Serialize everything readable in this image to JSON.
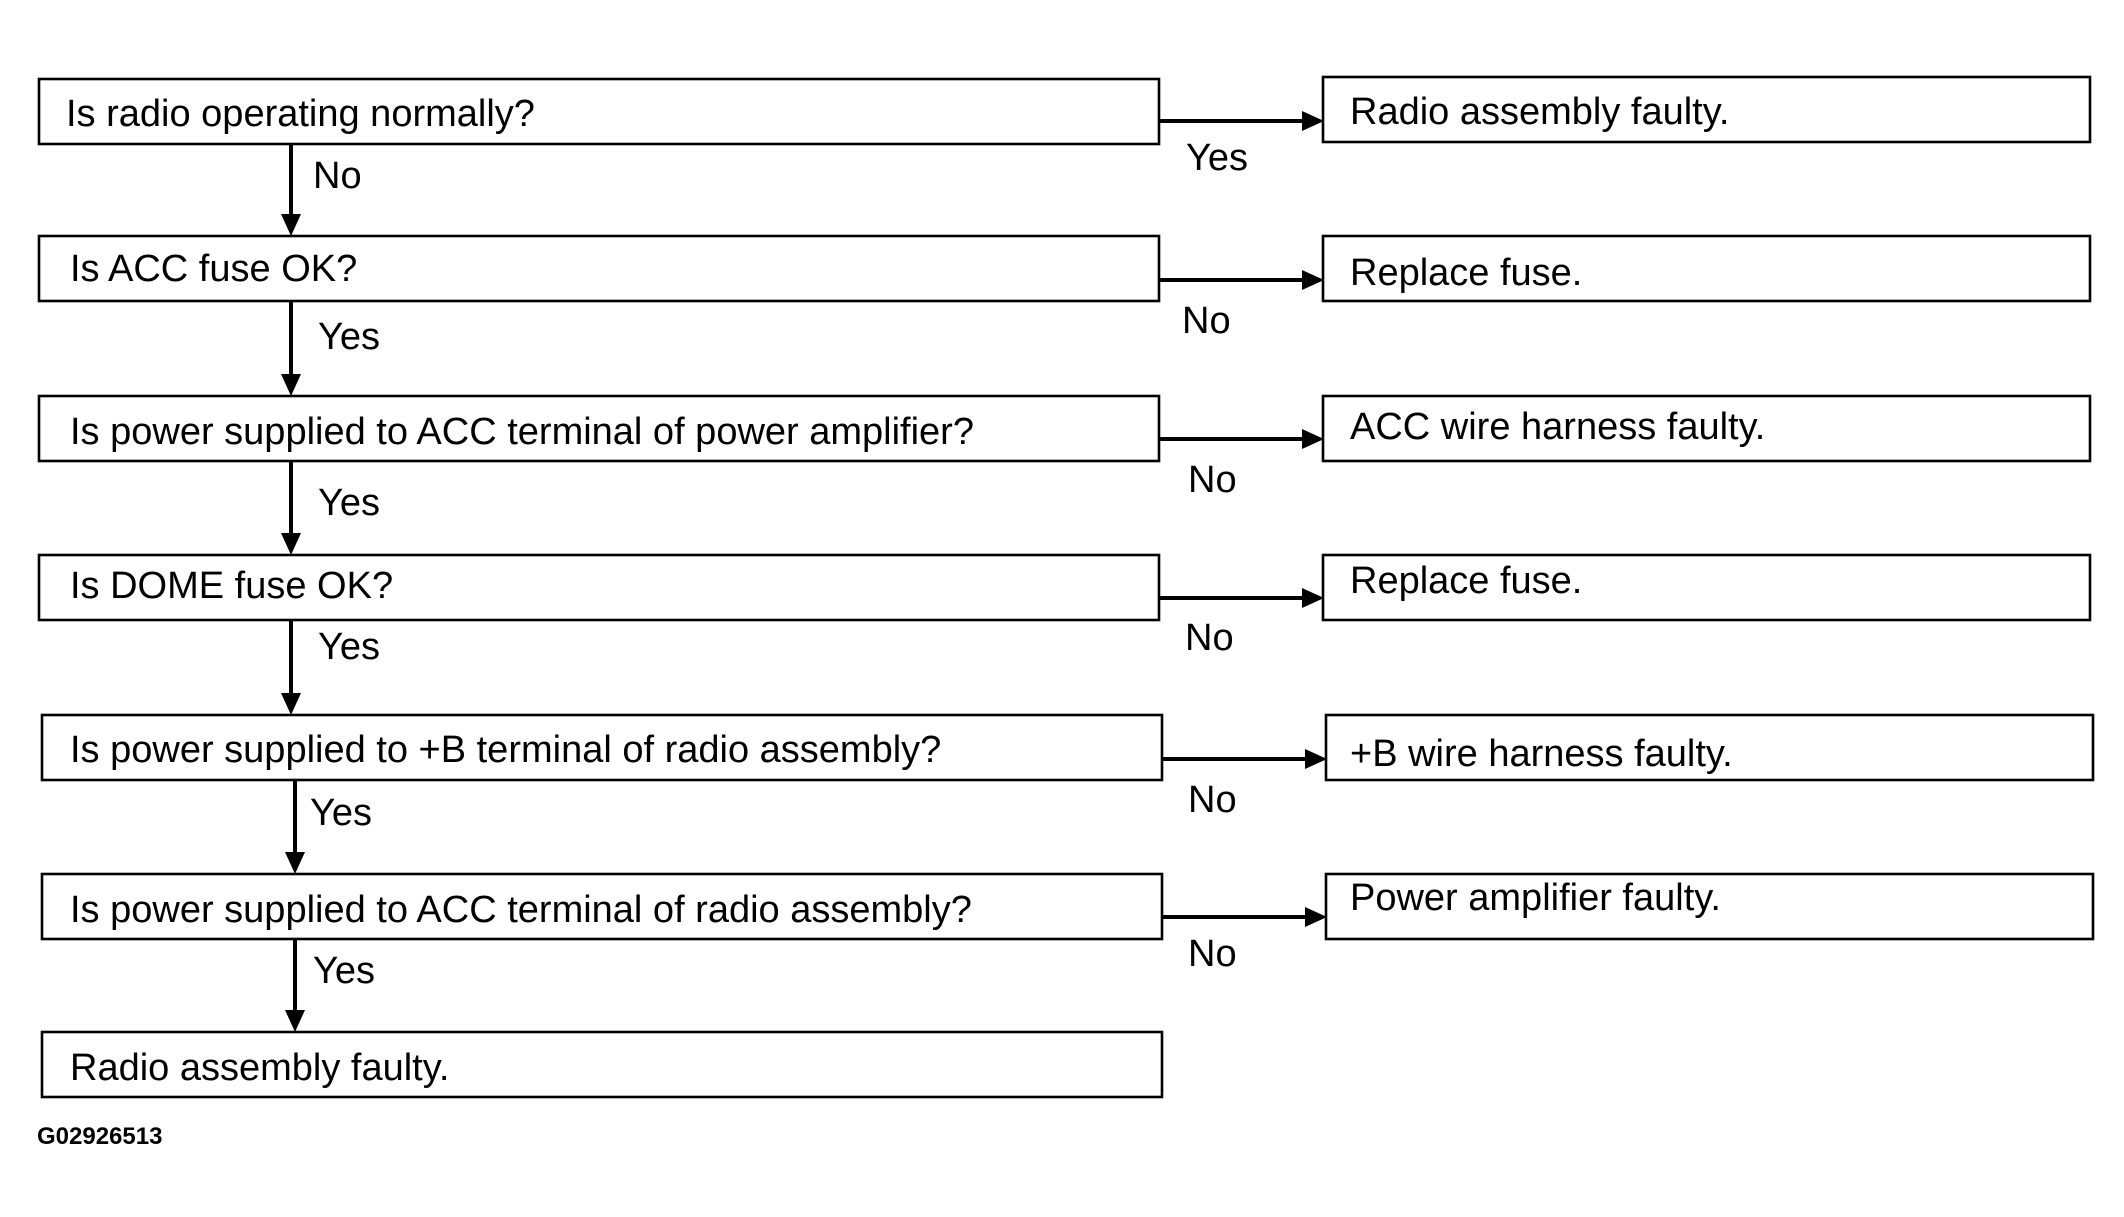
{
  "diagram": {
    "steps": [
      {
        "question": "Is radio operating normally?",
        "outcome": "Radio assembly faulty.",
        "side_label": "Yes",
        "down_label": "No"
      },
      {
        "question": "Is ACC fuse OK?",
        "outcome": "Replace fuse.",
        "side_label": "No",
        "down_label": "Yes"
      },
      {
        "question": "Is power supplied to ACC terminal of power amplifier?",
        "outcome": "ACC wire harness faulty.",
        "side_label": "No",
        "down_label": "Yes"
      },
      {
        "question": "Is DOME fuse OK?",
        "outcome": "Replace fuse.",
        "side_label": "No",
        "down_label": "Yes"
      },
      {
        "question": "Is power supplied to +B terminal of radio assembly?",
        "outcome": "+B wire harness faulty.",
        "side_label": "No",
        "down_label": "Yes"
      },
      {
        "question": "Is power supplied to ACC terminal of radio assembly?",
        "outcome": "Power amplifier faulty.",
        "side_label": "No",
        "down_label": "Yes"
      }
    ],
    "final_result": "Radio assembly faulty.",
    "figure_code": "G02926513"
  }
}
